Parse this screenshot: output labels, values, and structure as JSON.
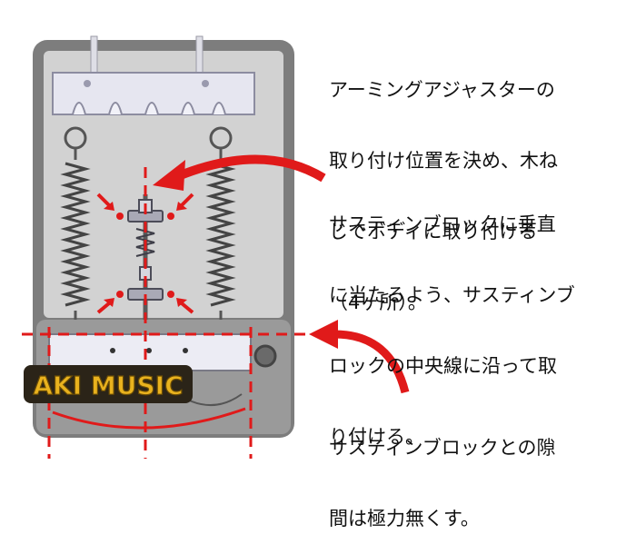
{
  "annotations": {
    "top": [
      "アーミングアジャスターの",
      "取り付け位置を決め、木ね",
      "じでボディに取り付ける",
      "（4ヶ所）。"
    ],
    "middle": [
      "サスティンブロックに垂直",
      "に当たるよう、サスティンブ",
      "ロックの中央線に沿って取",
      "り付ける。"
    ],
    "bottom": [
      "サスティンブロックとの隙",
      "間は極力無くす。"
    ]
  },
  "logo": {
    "text": "AKI MUSIC"
  },
  "colors": {
    "guide_red": "#e01a1a",
    "body_gray": "#7d7d7d",
    "cavity": "#cfcfcf",
    "block": "#ececf4"
  }
}
